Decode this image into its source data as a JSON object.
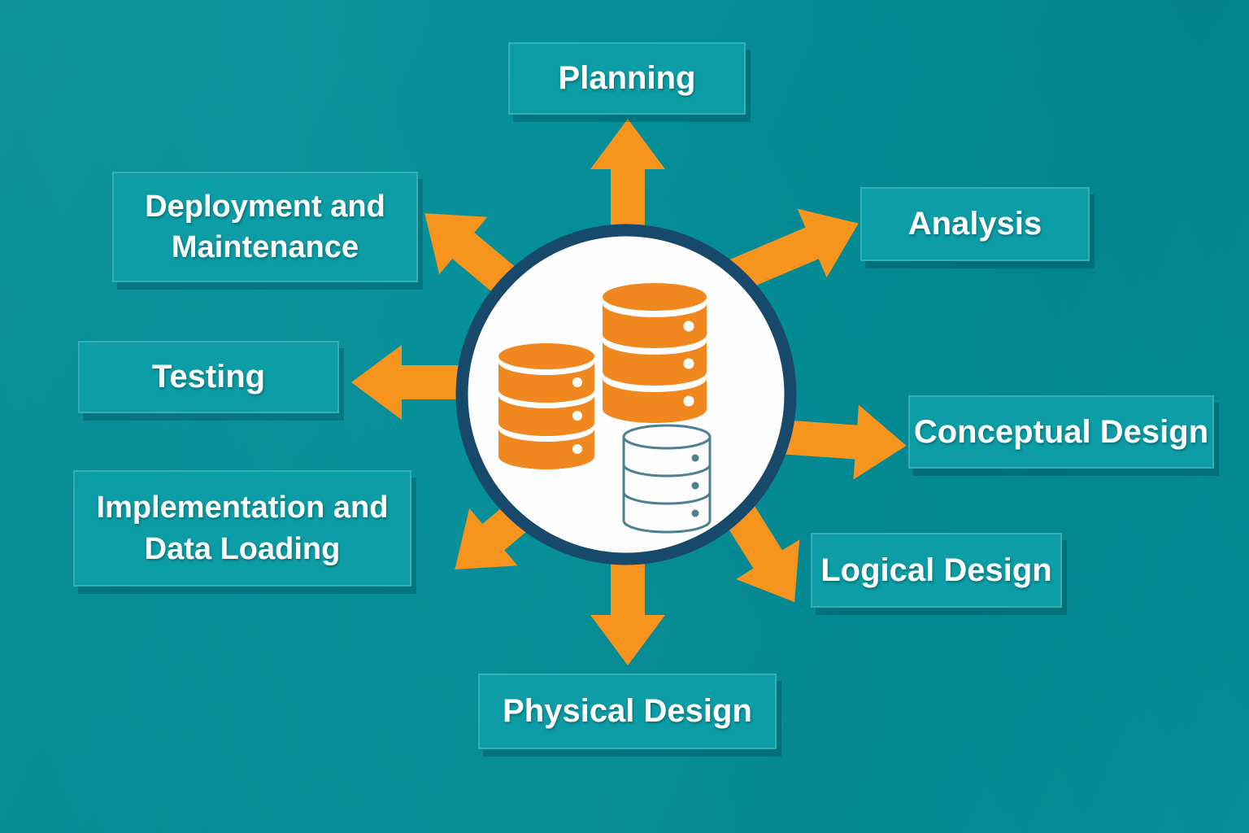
{
  "colors": {
    "background": "#038e98",
    "box": "#0c9da6",
    "text": "#ffffff",
    "arrow": "#f7941e",
    "db_orange": "#f0881f",
    "db_outline": "#4d7f91",
    "circle_border": "#17496b",
    "circle_fill": "#fdfdfd"
  },
  "center": {
    "icon": "database-stack-icon",
    "description": "three database cylinders inside white circle"
  },
  "nodes": [
    {
      "id": "planning",
      "lines": [
        "Planning"
      ]
    },
    {
      "id": "analysis",
      "lines": [
        "Analysis"
      ]
    },
    {
      "id": "conceptual-design",
      "lines": [
        "Conceptual Design"
      ]
    },
    {
      "id": "logical-design",
      "lines": [
        "Logical Design"
      ]
    },
    {
      "id": "physical-design",
      "lines": [
        "Physical Design"
      ]
    },
    {
      "id": "implementation-and-data-loading",
      "lines": [
        "Implementation and",
        "Data Loading"
      ]
    },
    {
      "id": "testing",
      "lines": [
        "Testing"
      ]
    },
    {
      "id": "deployment-and-maintenance",
      "lines": [
        "Deployment and",
        "Maintenance"
      ]
    }
  ]
}
